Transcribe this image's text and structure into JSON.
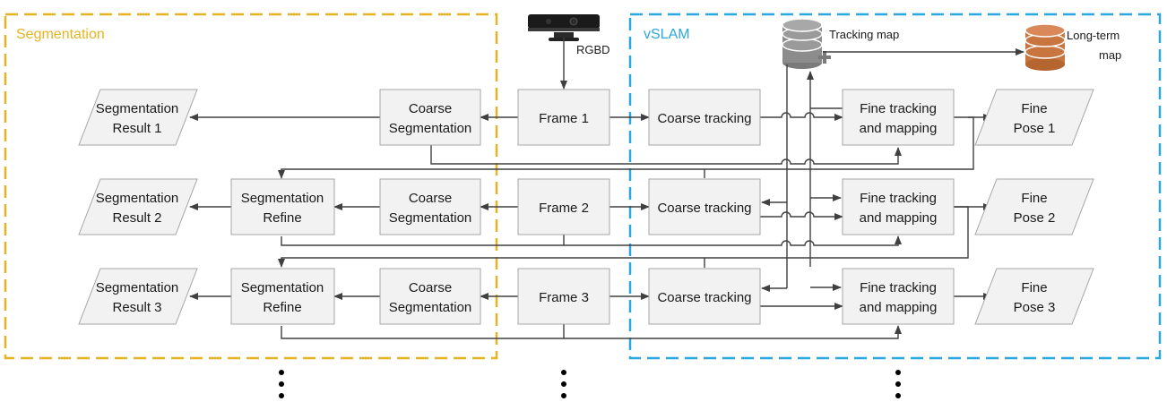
{
  "regions": {
    "segmentation": {
      "title": "Segmentation",
      "color": "#e6b422"
    },
    "vslam": {
      "title": "vSLAM",
      "color": "#2aa8de"
    }
  },
  "sensor": {
    "label": "RGBD",
    "icon": "kinect-camera-icon"
  },
  "stores": {
    "tracking_map": {
      "label": "Tracking map",
      "icon": "database-add-icon",
      "color": "#8c8c8c"
    },
    "long_term_map": {
      "label_line1": "Long-term",
      "label_line2": "map",
      "icon": "database-icon",
      "color": "#c8753f"
    }
  },
  "nodes": {
    "frame1": "Frame 1",
    "frame2": "Frame 2",
    "frame3": "Frame 3",
    "coarse_seg": {
      "line1": "Coarse",
      "line2": "Segmentation"
    },
    "seg_refine": {
      "line1": "Segmentation",
      "line2": "Refine"
    },
    "coarse_tracking": "Coarse tracking",
    "fine_tracking": {
      "line1": "Fine tracking",
      "line2": "and mapping"
    },
    "seg_result_1": {
      "line1": "Segmentation",
      "line2": "Result 1"
    },
    "seg_result_2": {
      "line1": "Segmentation",
      "line2": "Result 2"
    },
    "seg_result_3": {
      "line1": "Segmentation",
      "line2": "Result 3"
    },
    "fine_pose_1": {
      "line1": "Fine",
      "line2": "Pose 1"
    },
    "fine_pose_2": {
      "line1": "Fine",
      "line2": "Pose 2"
    },
    "fine_pose_3": {
      "line1": "Fine",
      "line2": "Pose 3"
    }
  },
  "colors": {
    "box_fill": "#f2f2f2",
    "box_stroke": "#a6a6a6",
    "arrow": "#404040"
  }
}
